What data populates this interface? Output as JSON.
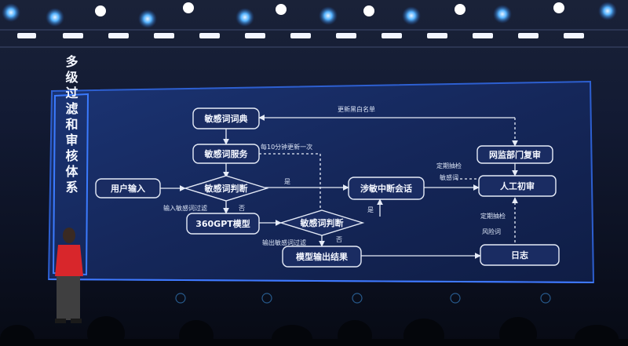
{
  "side_title": "多级过滤和审核体系",
  "nodes": {
    "sensitive_dict": "敏感词词典",
    "sensitive_service": "敏感词服务",
    "user_input": "用户输入",
    "judge1": "敏感词判断",
    "model_360gpt": "360GPT模型",
    "judge2": "敏感词判断",
    "model_output": "模型输出结果",
    "interrupt": "涉敏中断会话",
    "gov_review": "网监部门复审",
    "manual_review": "人工初审",
    "log": "日志"
  },
  "labels": {
    "update_lists": "更新黑白名单",
    "every_10min": "每10分钟更新一次",
    "yes_1": "是",
    "input_filter": "输入敏感词过滤",
    "no_1": "否",
    "yes_2": "是",
    "output_filter": "输出敏感词过滤",
    "no_2": "否",
    "periodic_check": "定期抽检",
    "sensitive_words": "敏感词",
    "periodic_check2": "定期抽检",
    "risk_words": "风险词"
  }
}
